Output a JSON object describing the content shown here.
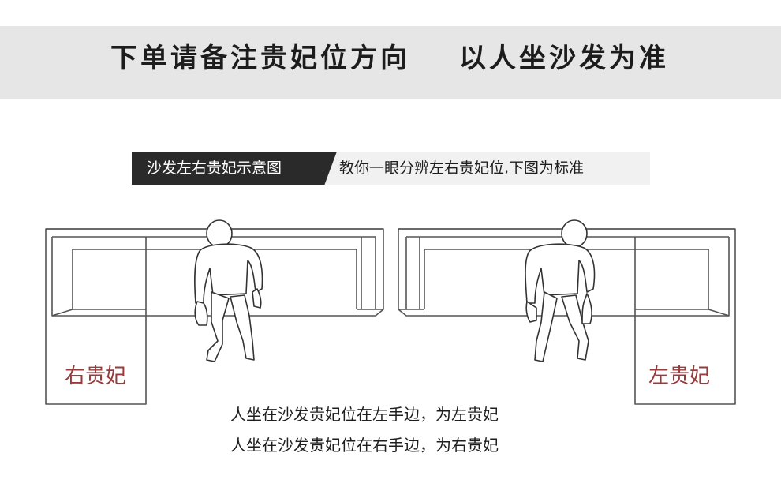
{
  "banner": {
    "left_text": "下单请备注贵妃位方向",
    "right_text": "以人坐沙发为准"
  },
  "subheader": {
    "tag": "沙发左右贵妃示意图",
    "description": "教你一眼分辨左右贵妃位,下图为标准"
  },
  "diagram": {
    "left_sofa_label": "右贵妃",
    "right_sofa_label": "左贵妃",
    "icon_person": "seated-person-icon",
    "icon_sofa": "l-shaped-sofa-icon"
  },
  "captions": [
    "人坐在沙发贵妃位在左手边，为左贵妃",
    "人坐在沙发贵妃位在右手边，为右贵妃"
  ],
  "colors": {
    "banner_bg": "#e6e6e6",
    "tag_bg": "#2a2a2a",
    "label_red": "#9a3b3b"
  }
}
